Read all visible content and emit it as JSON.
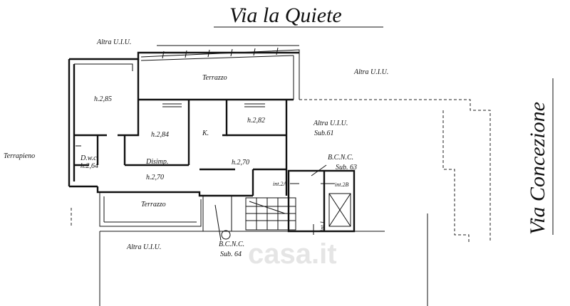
{
  "streets": {
    "north": "Via la Quiete",
    "east": "Via Concezione"
  },
  "surroundings": {
    "altra_uiu_top_left": "Altra U.I.U.",
    "altra_uiu_top_right": "Altra U.I.U.",
    "altra_uiu_bottom": "Altra U.I.U.",
    "terrapieno": "Terrapieno"
  },
  "rooms": {
    "terrazzo_top": "Terrazzo",
    "terrazzo_bottom": "Terrazzo",
    "h285": "h.2,85",
    "h284": "h.2,84",
    "kitchen_k": "K.",
    "h282": "h.2,82",
    "h270": "h.2,70",
    "dwc": "D.w.c.",
    "h264": "h.2,64",
    "disimp": "Disimp.",
    "disimp_h": "h.2,70"
  },
  "units": {
    "sub61_name": "Altra U.I.U.",
    "sub61": "Sub.61",
    "bcnc63_name": "B.C.N.C.",
    "sub63": "Sub. 63",
    "bcnc64_name": "B.C.N.C.",
    "sub64": "Sub. 64"
  },
  "markers": {
    "int2a": "int.2A",
    "int2b": "int.2B",
    "int1": "int.1"
  },
  "watermark": "casa.it"
}
